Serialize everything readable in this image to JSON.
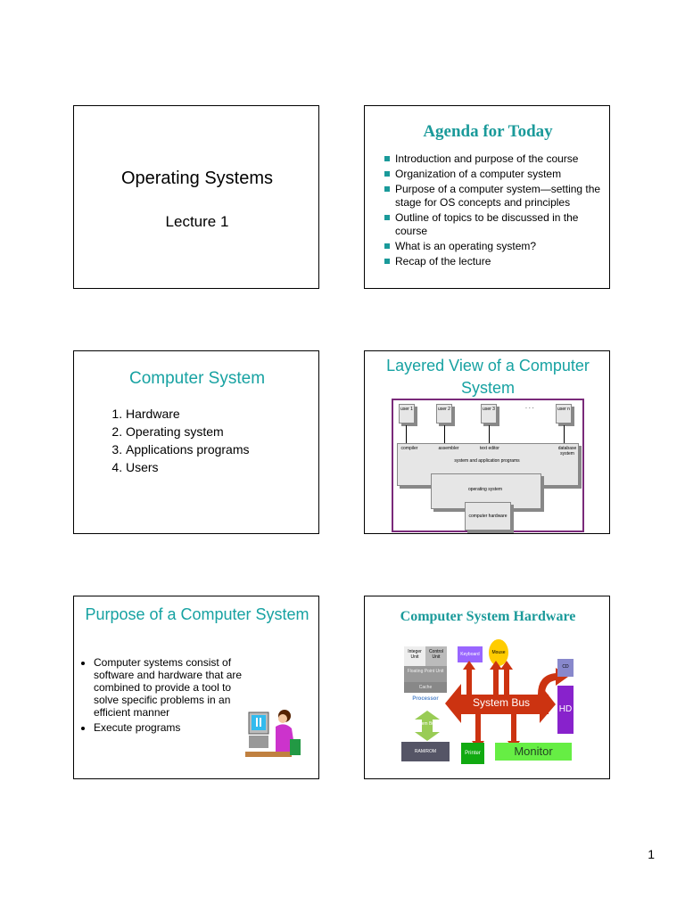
{
  "slide1": {
    "title": "Operating Systems",
    "subtitle": "Lecture 1"
  },
  "slide2": {
    "title": "Agenda for Today",
    "items": [
      "Introduction and purpose of the course",
      "Organization of a computer system",
      "Purpose of a computer system—setting the stage for OS concepts and principles",
      "Outline of topics to be discussed in the course",
      "What is an operating system?",
      "Recap of the lecture"
    ]
  },
  "slide3": {
    "title": "Computer System",
    "items": [
      "Hardware",
      "Operating system",
      "Applications programs",
      "Users"
    ]
  },
  "slide4": {
    "title": "Layered View of a Computer System",
    "users": [
      "user 1",
      "user 2",
      "user 3",
      "user n"
    ],
    "dots": ". . .",
    "apps": [
      "compiler",
      "assembler",
      "text editor",
      "database system"
    ],
    "layer_apps": "system and application programs",
    "layer_os": "operating system",
    "layer_hw": "computer hardware",
    "colors": {
      "frame": "#7a2a7a"
    }
  },
  "slide5": {
    "title": "Purpose of a Computer System",
    "items": [
      "Computer systems consist of software and hardware that are combined to provide a tool to solve specific problems in an efficient manner",
      "Execute programs"
    ]
  },
  "slide6": {
    "title": "Computer System Hardware",
    "labels": {
      "integer_unit": "Integer Unit",
      "control_unit": "Control Unit",
      "fpu": "Floating Point Unit",
      "cache": "Cache",
      "processor": "Processor",
      "keyboard": "Keyboard",
      "mouse": "Mouse",
      "cd": "CD",
      "hd": "HD",
      "system_bus": "System Bus",
      "mem_bus": "Mem Bus",
      "ramrom": "RAM/ROM",
      "printer": "Printer",
      "monitor": "Monitor"
    },
    "colors": {
      "bus": "#cc3311",
      "keyboard": "#9966ff",
      "mouse": "#ffcc00",
      "hd": "#8822cc",
      "printer": "#11aa11",
      "monitor": "#66ee44",
      "ram": "#555566"
    }
  },
  "page": {
    "number": "1"
  }
}
